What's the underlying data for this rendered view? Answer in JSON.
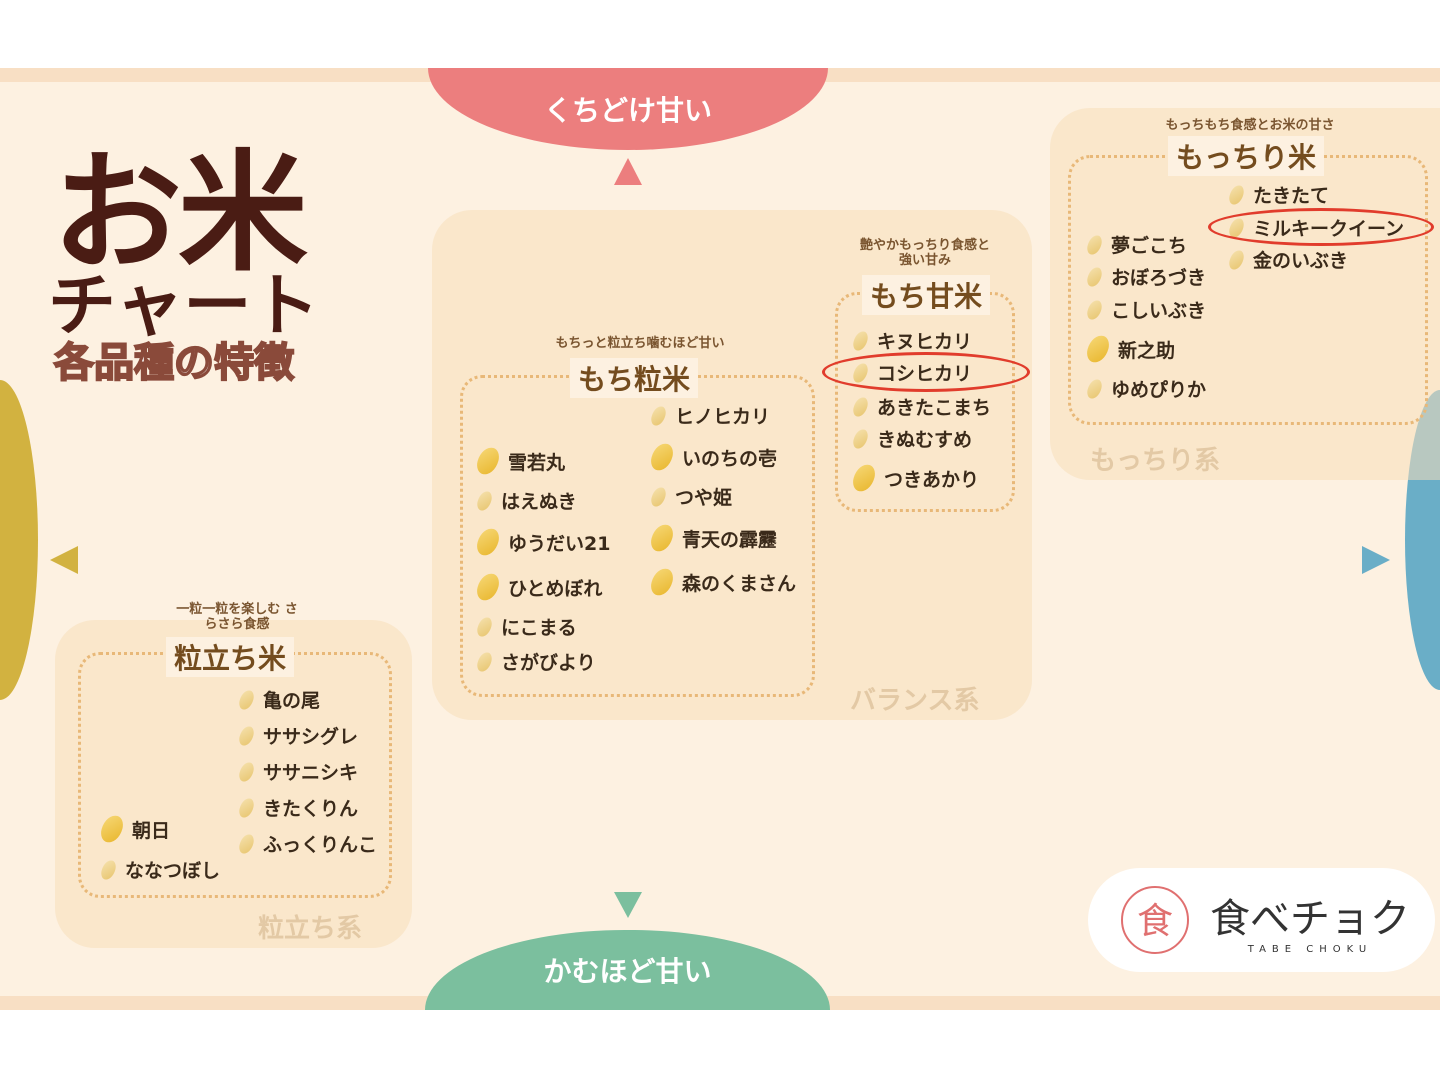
{
  "title": {
    "main": "お米",
    "second": "チャート",
    "subtitle": "各品種の特徴"
  },
  "axes": {
    "top": "くちどけ甘い",
    "bottom": "かむほど甘い",
    "colors": {
      "top": "#ec7e7e",
      "bottom": "#7bbf9e",
      "left": "#d2b240",
      "right": "#6aaec7"
    }
  },
  "groups": {
    "mochitsubu": {
      "tagline": "もちっと粒立ち噛むほど甘い",
      "heading": "もち粒米",
      "left": [
        "雪若丸",
        "はえぬき",
        "ゆうだい21",
        "ひとめぼれ",
        "にこまる",
        "さがびより"
      ],
      "right": [
        "ヒノヒカリ",
        "いのちの壱",
        "つや姫",
        "青天の霹靂",
        "森のくまさん"
      ]
    },
    "mochiama": {
      "tagline": "艶やかもっちり食感と強い甘み",
      "heading": "もち甘米",
      "items": [
        "キヌヒカリ",
        "コシヒカリ",
        "あきたこまち",
        "きぬむすめ",
        "つきあかり"
      ]
    },
    "mocchiri": {
      "tagline": "もっちもち食感とお米の甘さ",
      "heading": "もっちり米",
      "left": [
        "夢ごこち",
        "おぼろづき",
        "こしいぶき",
        "新之助",
        "ゆめぴりか"
      ],
      "right": [
        "たきたて",
        "ミルキークイーン",
        "金のいぶき"
      ]
    },
    "tsubutachi": {
      "tagline": "一粒一粒を楽しむ さらさら食感",
      "heading": "粒立ち米",
      "left": [
        "朝日",
        "ななつぼし"
      ],
      "right": [
        "亀の尾",
        "ササシグレ",
        "ササニシキ",
        "きたくりん",
        "ふっくりんこ"
      ]
    }
  },
  "categories": {
    "balance": "バランス系",
    "mocchiri": "もっちり系",
    "tsubutachi": "粒立ち系"
  },
  "logo": {
    "name": "食べチョク",
    "roman": "TABE CHOKU"
  },
  "highlighted": [
    "コシヒカリ",
    "ミルキークイーン"
  ]
}
